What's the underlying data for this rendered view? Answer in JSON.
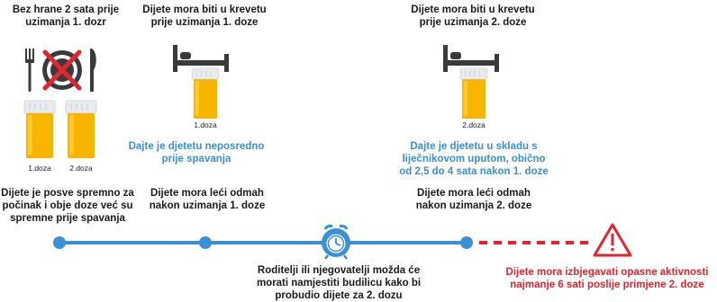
{
  "colors": {
    "timeline": "#3b8fd4",
    "warning": "#e0262e",
    "pill_body": "#f7b500",
    "pill_cap": "#e9ecef",
    "dark_icon": "#3a3a3a"
  },
  "col1": {
    "top": "Bez hrane 2 sata prije uzimanja 1. dozr",
    "pill1": "1.doza",
    "pill2": "2.doza",
    "bottom": "Dijete je posve spremno za počinak i obje doze već su spremne prije spavanja"
  },
  "col2": {
    "top": "Dijete mora biti u krevetu prije uzimanja 1. doze",
    "pill": "1.doza",
    "note": "Dajte je djetetu neposredno prije spavanja",
    "bottom": "Dijete mora leći odmah nakon uzimanja 1. doze"
  },
  "col3": {
    "alarm_text": "Roditelji ili njegovatelji možda će morati namjestiti budilicu kako bi probudio dijete za 2. dozu"
  },
  "col4": {
    "top": "Dijete mora biti u krevetu prije uzimanja 2. doze",
    "pill": "2.doza",
    "note": "Dajte je djetetu u skladu s liječnikovom uputom, obično od 2,5 do 4 sata nakon 1. doze",
    "bottom": "Dijete mora leći odmah nakon uzimanja 2. doze"
  },
  "col5": {
    "warning": "Dijete mora izbjegavati opasne aktivnosti najmanje 6 sati poslije primjene 2. doze"
  }
}
